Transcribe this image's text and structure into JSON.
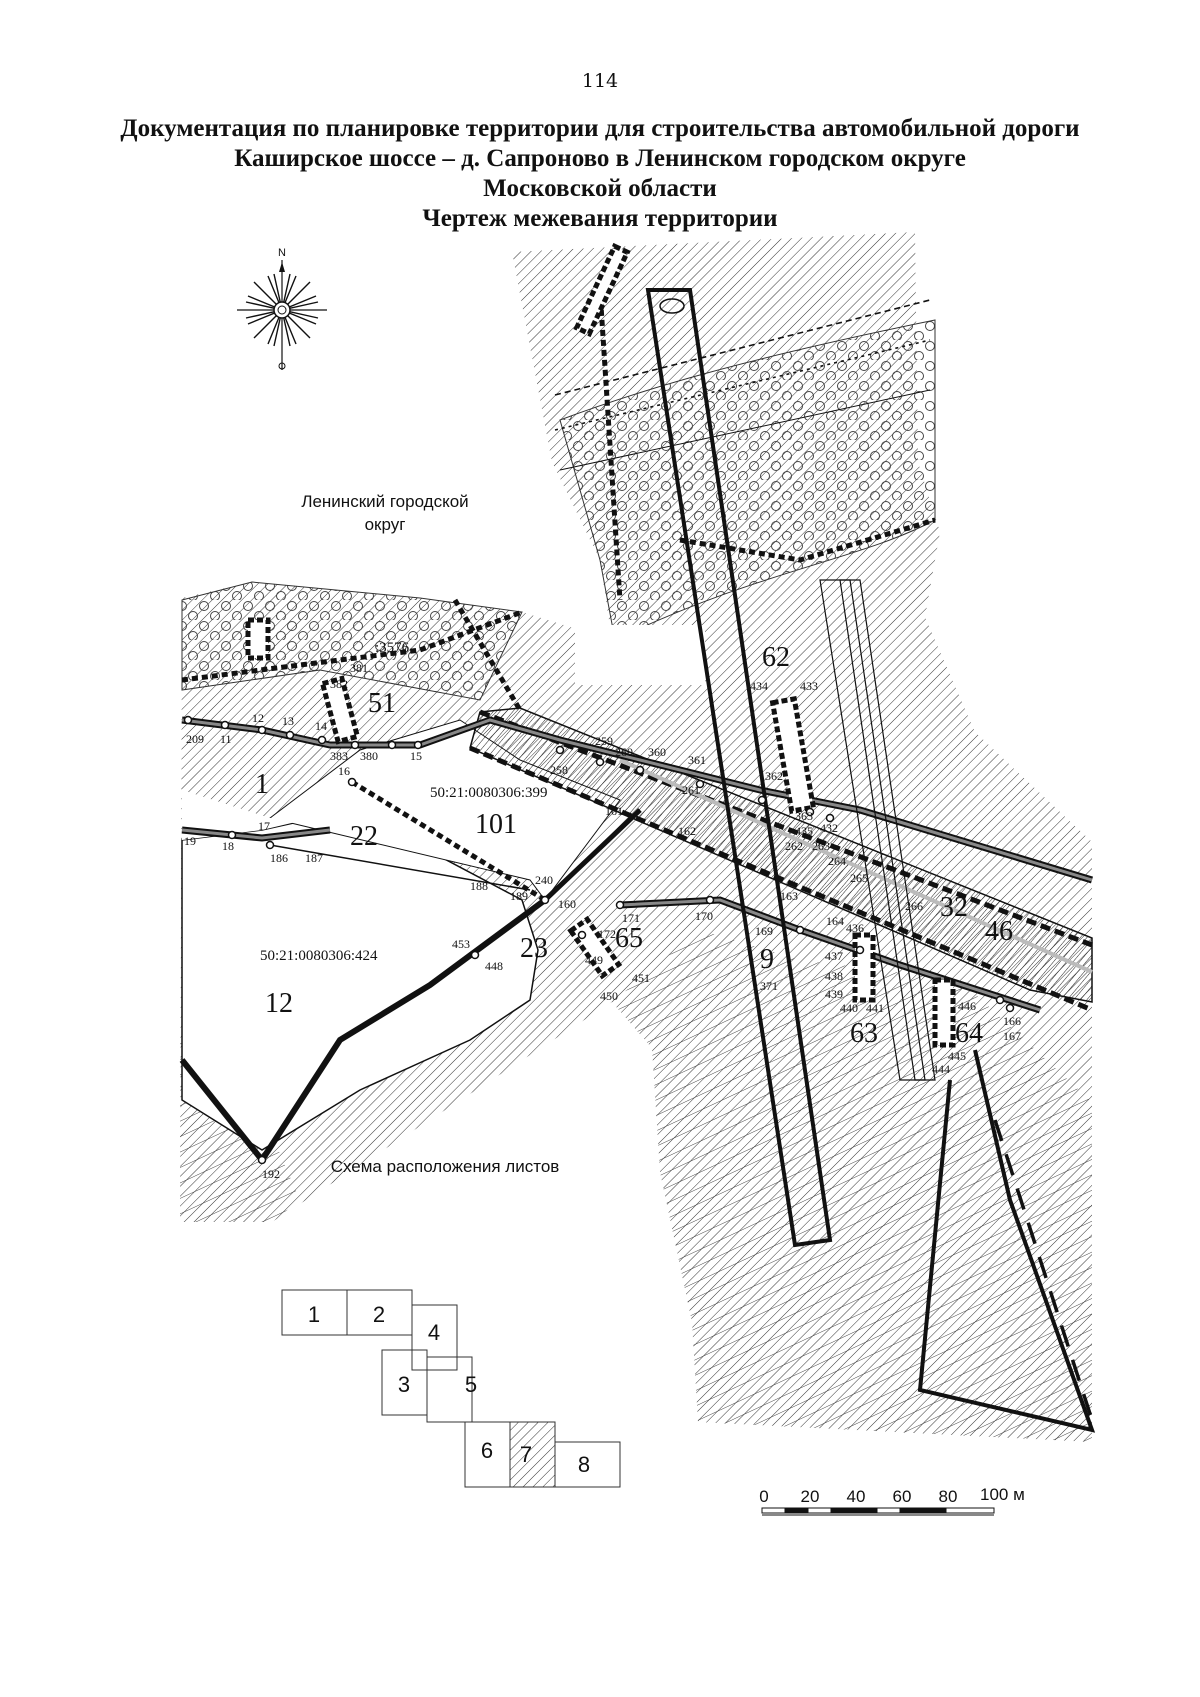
{
  "page_number": "114",
  "title_lines": [
    "Документация по планировке территории для строительства автомобильной дороги",
    "Каширское шоссе – д. Сапроново в Ленинском городском округе",
    "Московской области",
    "Чертеж межевания территории"
  ],
  "compass_label": "N",
  "district_label_lines": [
    "Ленинский городской",
    "округ"
  ],
  "schema_title": "Схема расположения листов",
  "sheet_labels": [
    "1",
    "2",
    "3",
    "4",
    "5",
    "6",
    "7",
    "8"
  ],
  "highlighted_sheet": "7",
  "parcel_labels": {
    "p51": "51",
    "p1": "1",
    "p22": "22",
    "p101": "101",
    "p12": "12",
    "p23": "23",
    "p65": "65",
    "p62": "62",
    "p9": "9",
    "p63": "63",
    "p32": "32",
    "p46": "46",
    "p64": "64"
  },
  "cadastral_labels": {
    "c3576": ":3576",
    "c399": "50:21:0080306:399",
    "c424": "50:21:0080306:424"
  },
  "point_labels": {
    "n209": "209",
    "n11": "11",
    "n12": "12",
    "n13": "13",
    "n14": "14",
    "n381": "381",
    "n382": "382",
    "n383": "383",
    "n380": "380",
    "n15": "15",
    "n16": "16",
    "n17": "17",
    "n18": "18",
    "n19": "19",
    "n186": "186",
    "n187": "187",
    "n188": "188",
    "n189": "189",
    "n240": "240",
    "n160": "160",
    "n259": "259",
    "n258": "258",
    "n260": "260",
    "n360": "360",
    "n361": "361",
    "n261": "261",
    "n161": "161",
    "n162": "162",
    "n434": "434",
    "n433": "433",
    "n362": "362",
    "n363": "363",
    "n435": "435",
    "n432": "432",
    "n262": "262",
    "n263": "263",
    "n264": "264",
    "n265": "265",
    "n171": "171",
    "n170": "170",
    "n172": "172",
    "n449": "449",
    "n451": "451",
    "n450": "450",
    "n453": "453",
    "n448": "448",
    "n163": "163",
    "n169": "169",
    "n371": "371",
    "n164": "164",
    "n436": "436",
    "n437": "437",
    "n438": "438",
    "n439": "439",
    "n440": "440",
    "n441": "441",
    "n266": "266",
    "n446": "446",
    "n445": "445",
    "n444": "444",
    "n166": "166",
    "n167": "167",
    "n192": "192"
  },
  "scale_bar": {
    "ticks": [
      "0",
      "20",
      "40",
      "60",
      "80"
    ],
    "end_label": "100 м"
  }
}
